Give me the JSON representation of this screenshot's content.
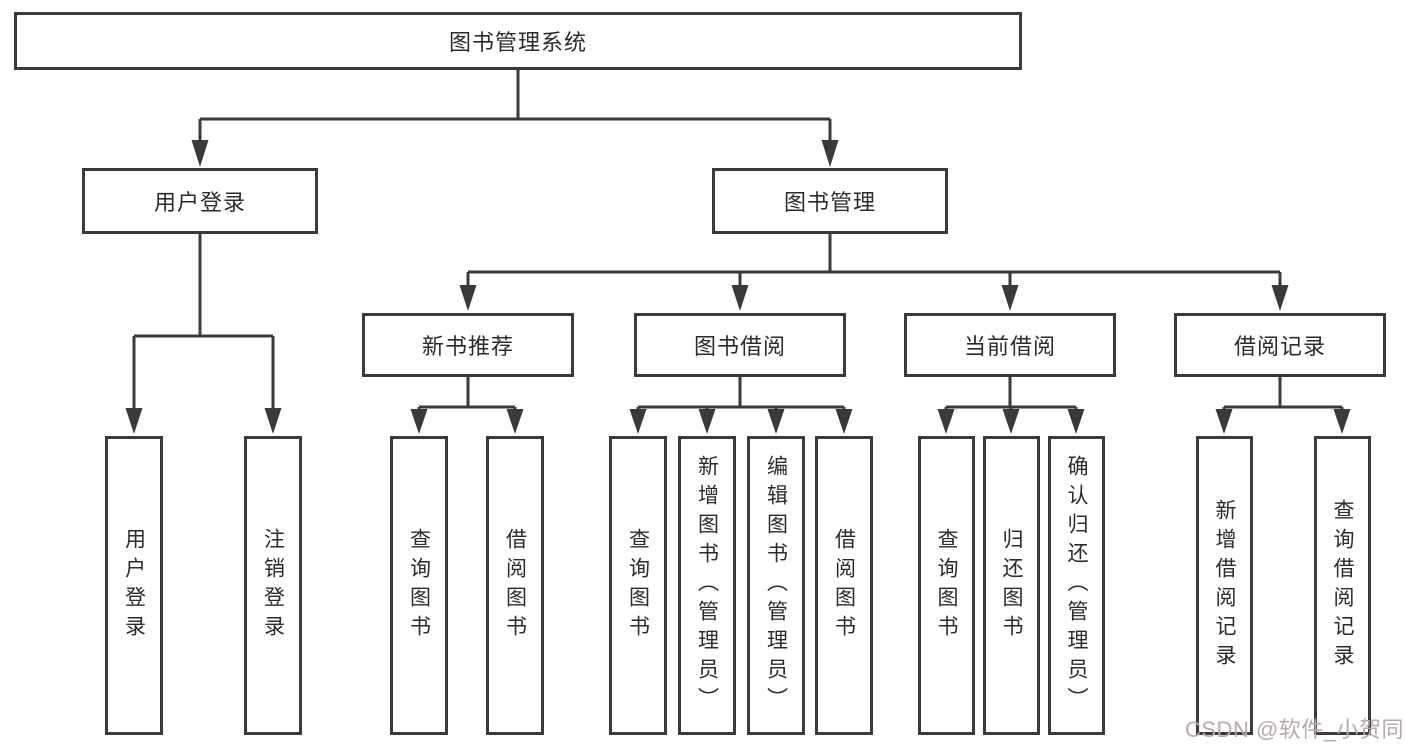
{
  "diagram": {
    "title": "图书管理系统",
    "type": "tree",
    "colors": {
      "line": "#3a3a3a",
      "box_border": "#3a3a3a",
      "text": "#2b2b2b",
      "watermark": "#b6aaaa",
      "background": "#ffffff"
    }
  },
  "nodes": {
    "root": "图书管理系统",
    "user_login": "用户登录",
    "book_mgmt": "图书管理",
    "new_book_rec": "新书推荐",
    "book_borrow": "图书借阅",
    "current_borrow": "当前借阅",
    "borrow_records": "借阅记录",
    "leaf_login": "用户登录",
    "leaf_logout": "注销登录",
    "leaf_nbr_query": "查询图书",
    "leaf_nbr_borrow": "借阅图书",
    "leaf_bb_query": "查询图书",
    "leaf_bb_add": "新增图书（管理员）",
    "leaf_bb_edit": "编辑图书（管理员）",
    "leaf_bb_borrow": "借阅图书",
    "leaf_cb_query": "查询图书",
    "leaf_cb_return": "归还图书",
    "leaf_cb_confirm": "确认归还（管理员）",
    "leaf_br_add": "新增借阅记录",
    "leaf_br_query": "查询借阅记录"
  },
  "watermark": "CSDN @软件_小贺同学"
}
